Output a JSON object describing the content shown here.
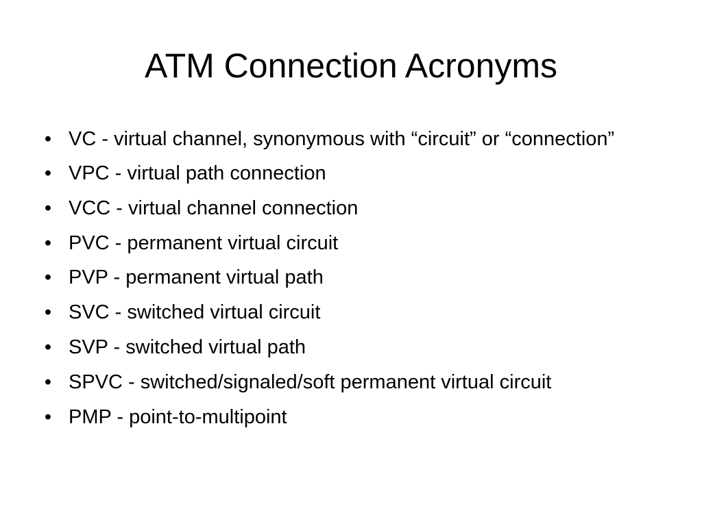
{
  "slide": {
    "title": "ATM Connection Acronyms",
    "bullet_glyph": "•",
    "items": [
      {
        "text": "VC - virtual channel, synonymous with “circuit” or “connection”"
      },
      {
        "text": "VPC - virtual path connection"
      },
      {
        "text": "VCC - virtual channel connection"
      },
      {
        "text": "PVC - permanent virtual circuit"
      },
      {
        "text": "PVP - permanent virtual path"
      },
      {
        "text": "SVC - switched virtual circuit"
      },
      {
        "text": "SVP - switched virtual path"
      },
      {
        "text": "SPVC - switched/signaled/soft permanent virtual circuit"
      },
      {
        "text": "PMP - point-to-multipoint"
      }
    ]
  }
}
